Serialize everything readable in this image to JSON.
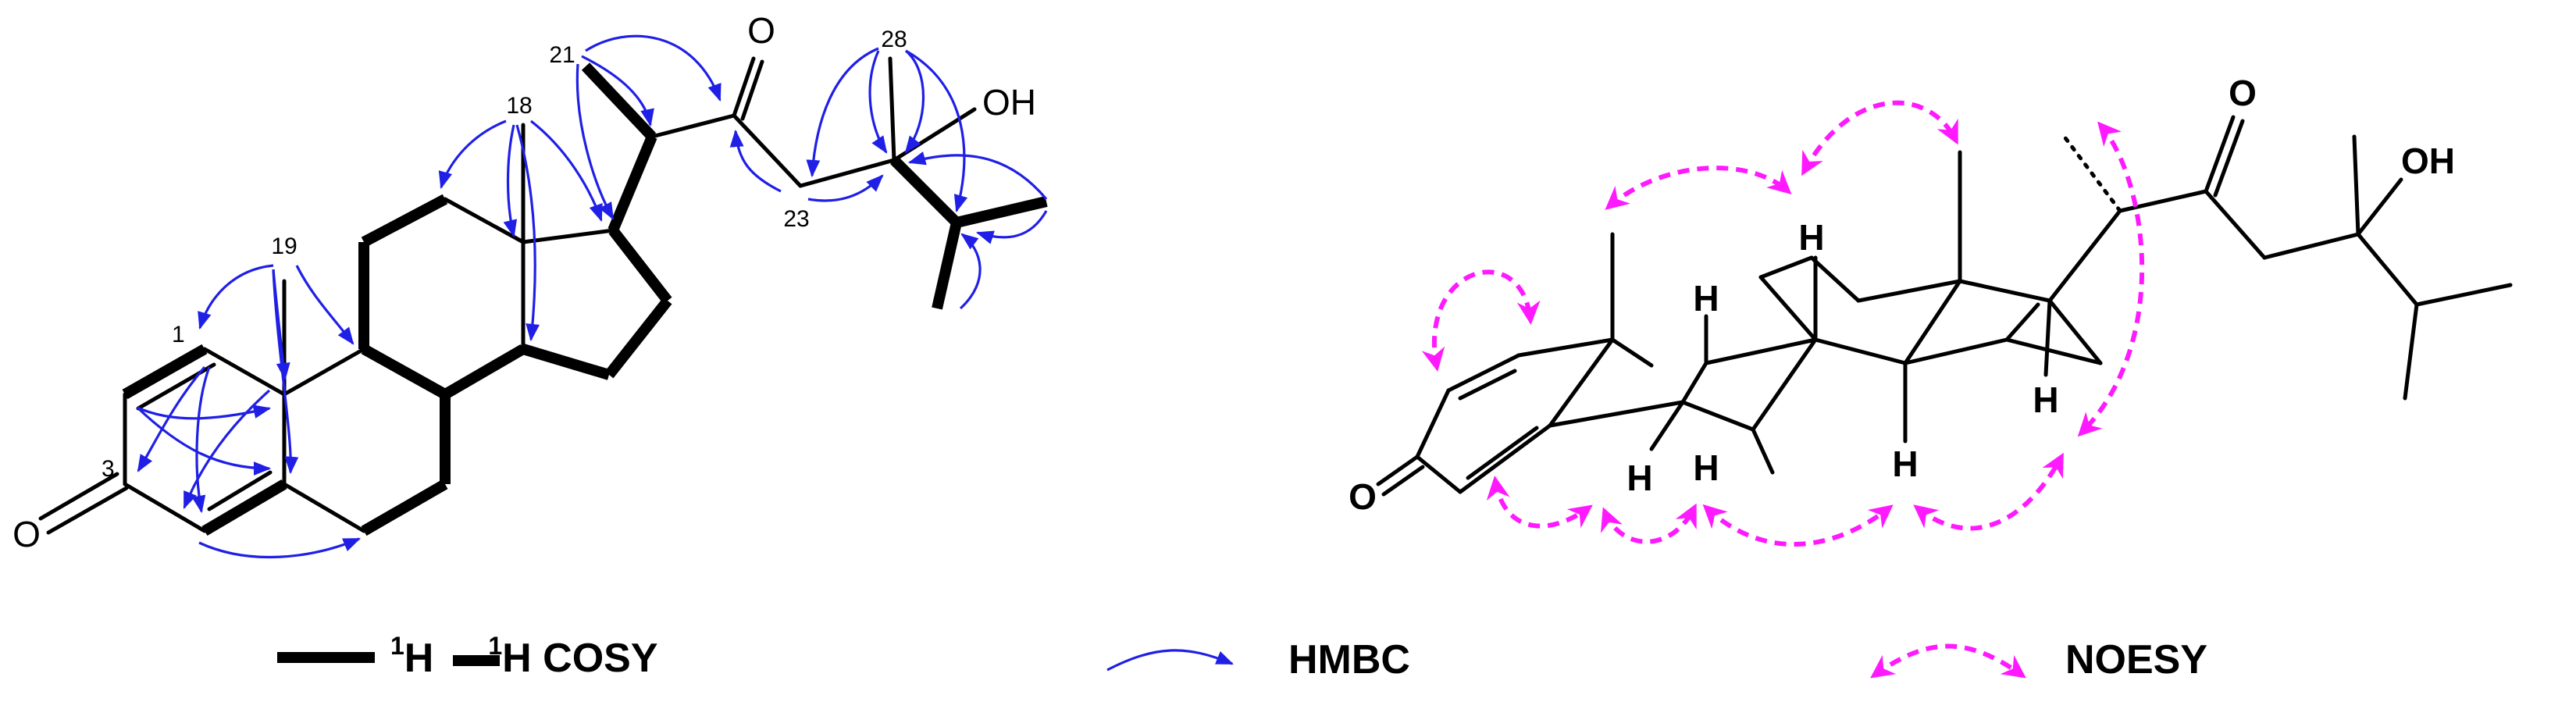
{
  "colors": {
    "bonds": "#000000",
    "hmbc": "#1f1fe6",
    "noesy": "#ff19ff"
  },
  "left_structure": {
    "atoms": {
      "oxygen_c3": "O",
      "hydroxyl": "OH"
    },
    "position_labels": {
      "c1": "1",
      "c3": "3",
      "c18": "18",
      "c19": "19",
      "c21": "21",
      "c23": "23",
      "c28": "28"
    }
  },
  "right_structure": {
    "atoms": {
      "oxygen_c3": "O",
      "oxygen_c22": "O",
      "hydroxyl": "OH",
      "hydrogen": "H"
    }
  },
  "legend": {
    "cosy_h1": "H",
    "cosy_mid": "H COSY",
    "cosy_sup": "1",
    "hmbc": "HMBC",
    "noesy": "NOESY"
  }
}
